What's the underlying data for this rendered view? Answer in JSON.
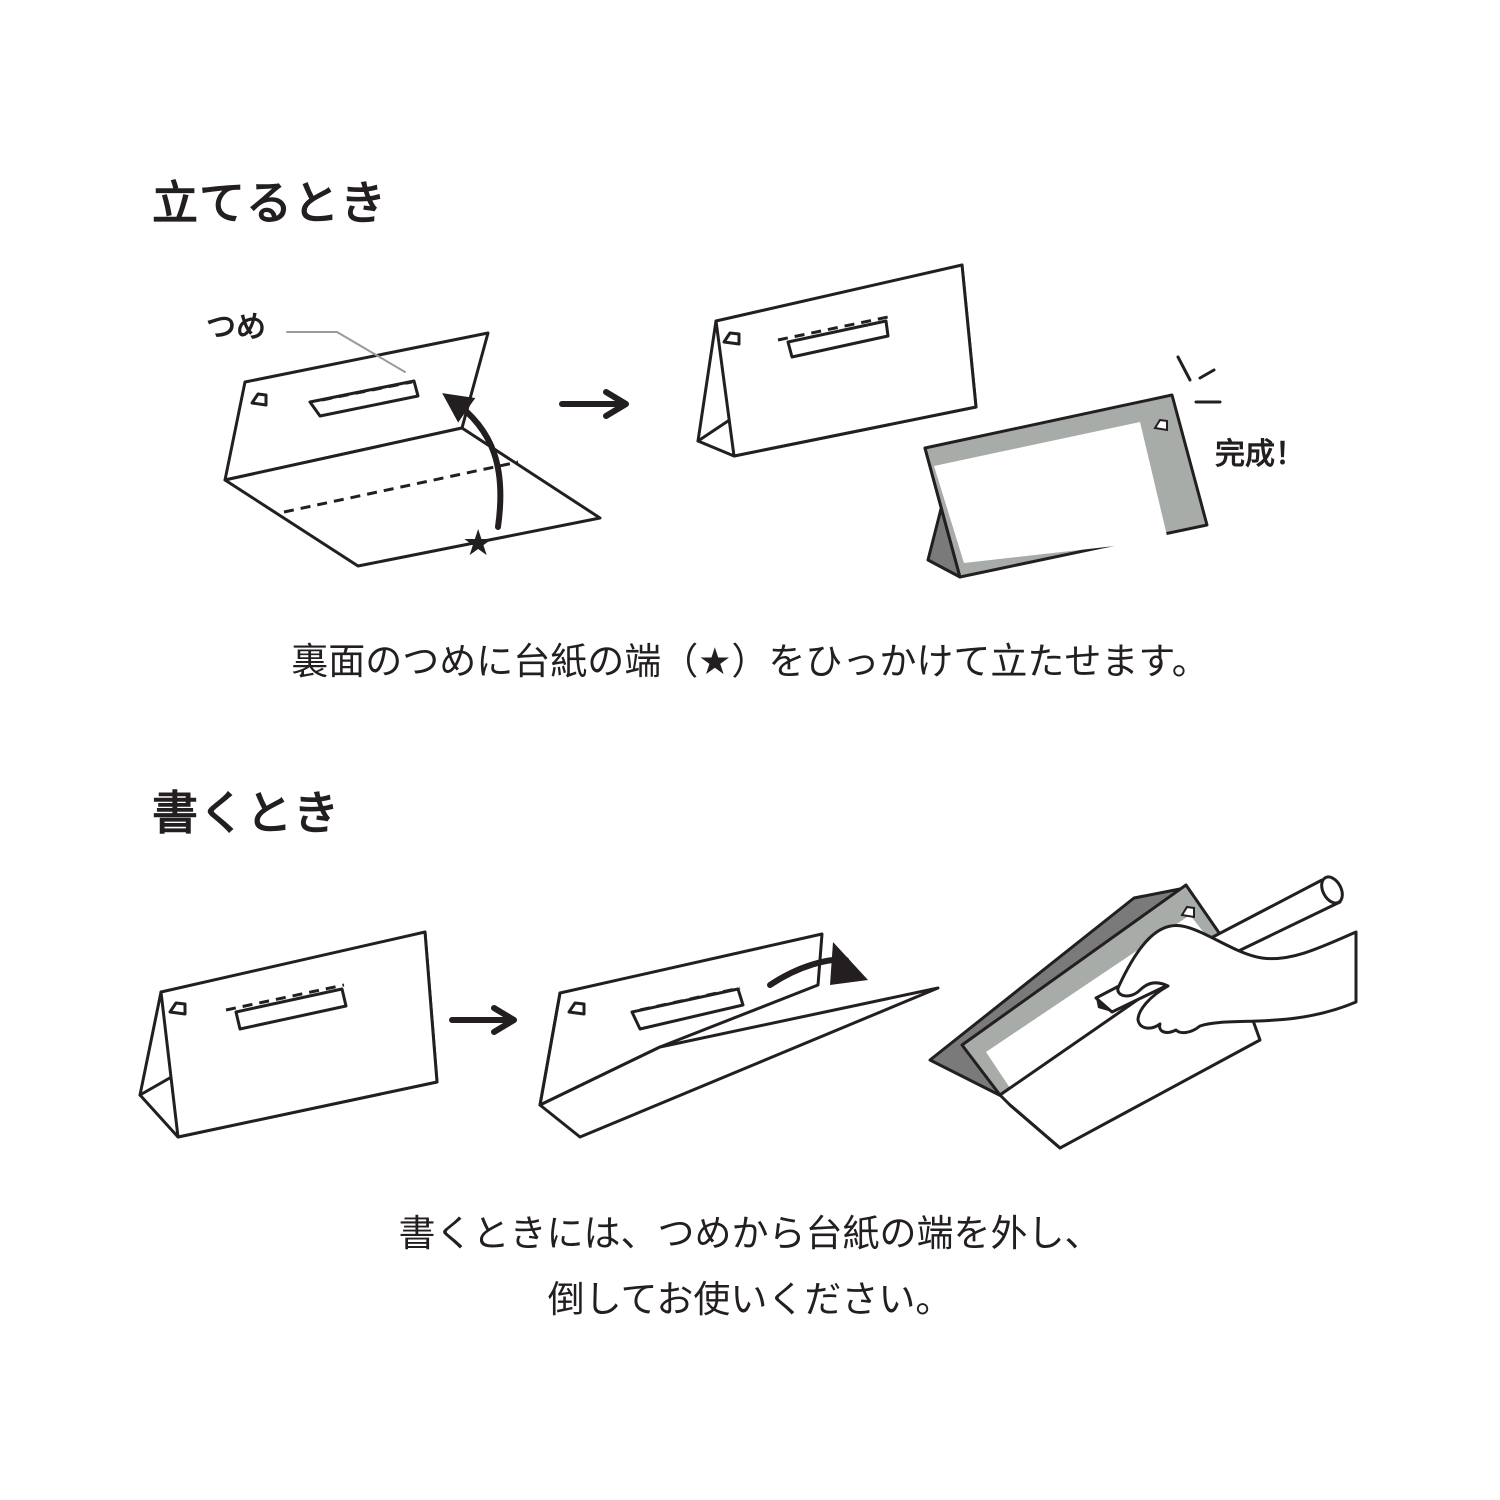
{
  "section_stand": {
    "heading": "立てるとき",
    "tab_label": "つめ",
    "done_label": "完成！",
    "caption": "裏面のつめに台紙の端（★）をひっかけて立たせます。"
  },
  "section_write": {
    "heading": "書くとき",
    "caption_line1": "書くときには、つめから台紙の端を外し、",
    "caption_line2": "倒してお使いください。"
  },
  "colors": {
    "line": "#231f20",
    "panel_gray": "#a7aca9",
    "side_gray": "#7a7a7a",
    "arrow": "#231f20"
  }
}
